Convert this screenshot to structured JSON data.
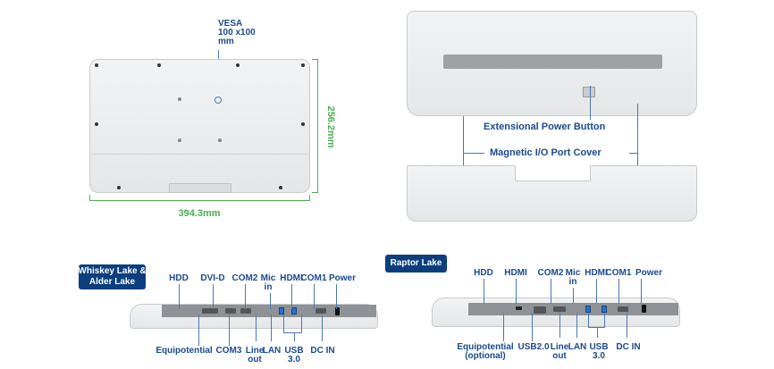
{
  "back_view": {
    "vesa_label": "VESA\n100 x100\nmm",
    "height_dim": "256.2mm",
    "width_dim": "394.3mm"
  },
  "side_view": {
    "power_button_label": "Extensional Power Button",
    "port_cover_label": "Magnetic I/O Port Cover"
  },
  "whiskey": {
    "badge": "Whiskey Lake &\nAlder Lake",
    "top_labels": [
      "HDD",
      "DVI-D",
      "COM2",
      "Mic\nin",
      "HDMI",
      "COM1",
      "Power"
    ],
    "bottom_labels": [
      "Equipotential",
      "COM3",
      "Line\nout",
      "LAN",
      "USB\n3.0",
      "DC IN"
    ]
  },
  "raptor": {
    "badge": "Raptor Lake",
    "top_labels": [
      "HDD",
      "HDMI",
      "COM2",
      "Mic\nin",
      "HDMI",
      "COM1",
      "Power"
    ],
    "bottom_labels": [
      "Equipotential\n(optional)",
      "USB2.0",
      "Line\nout",
      "LAN",
      "USB\n3.0",
      "DC IN"
    ]
  },
  "colors": {
    "label": "#1b4a8c",
    "badge": "#0b3f7d",
    "dimension": "#4caf50"
  }
}
